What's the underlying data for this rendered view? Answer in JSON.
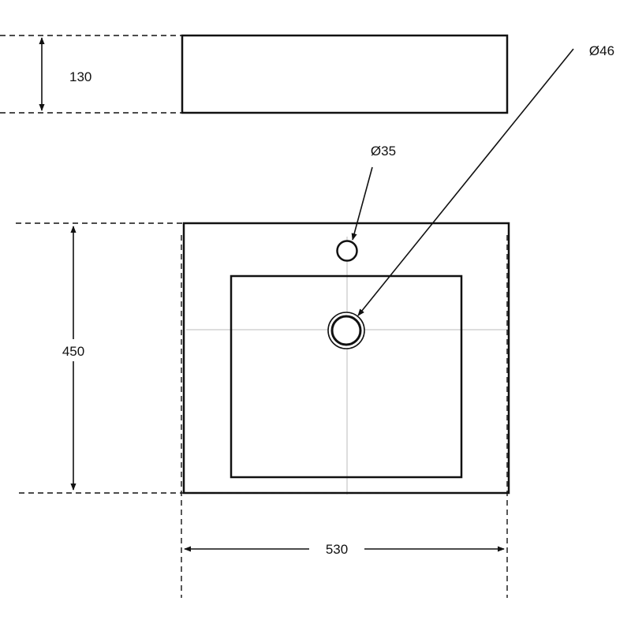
{
  "colors": {
    "line": "#111111",
    "centerline": "#bbbbbb",
    "background": "#ffffff"
  },
  "dimensions": {
    "height_side": "130",
    "depth": "450",
    "width": "530",
    "tap_hole": "Ø35",
    "drain_hole": "Ø46"
  }
}
